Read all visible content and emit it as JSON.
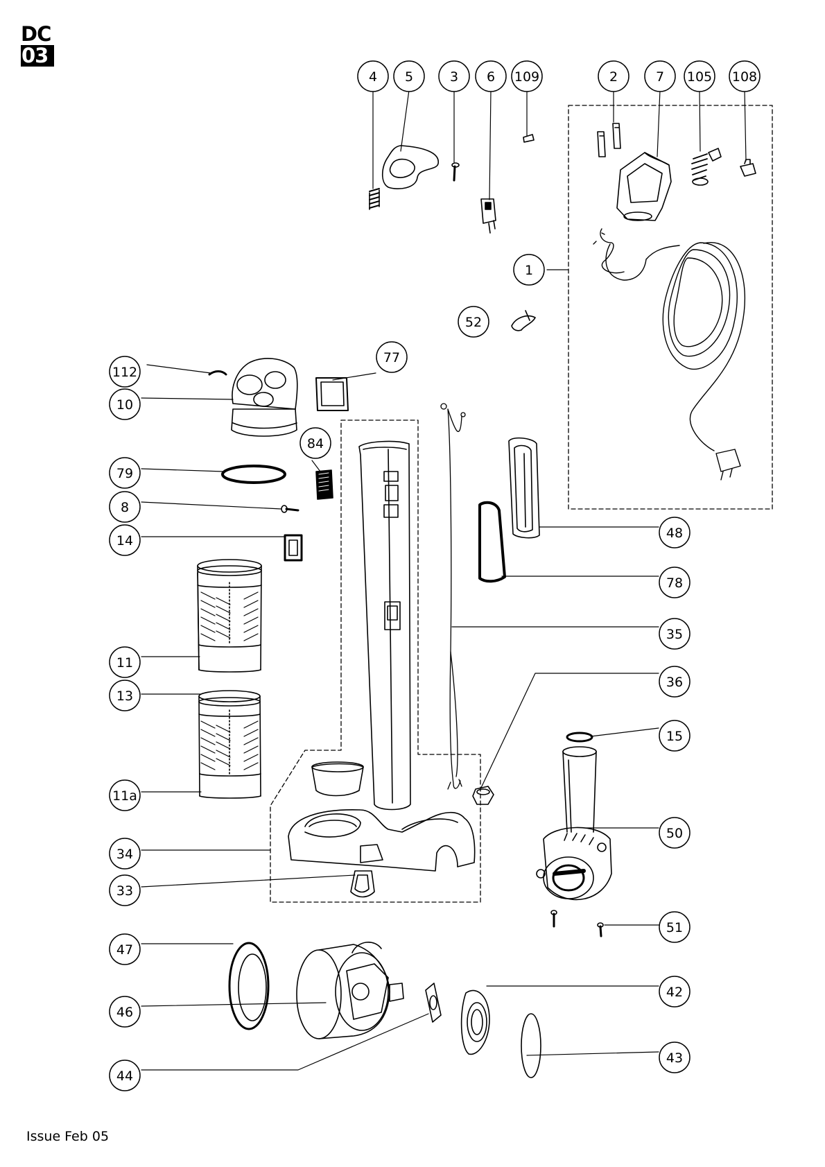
{
  "logo": {
    "line1": "DC",
    "line2": "03"
  },
  "footer": {
    "issue": "Issue  Feb 05"
  },
  "callouts": [
    {
      "id": "c4",
      "label": "4"
    },
    {
      "id": "c5",
      "label": "5"
    },
    {
      "id": "c3",
      "label": "3"
    },
    {
      "id": "c6",
      "label": "6"
    },
    {
      "id": "c109",
      "label": "109"
    },
    {
      "id": "c2",
      "label": "2"
    },
    {
      "id": "c7",
      "label": "7"
    },
    {
      "id": "c105",
      "label": "105"
    },
    {
      "id": "c108",
      "label": "108"
    },
    {
      "id": "c1",
      "label": "1"
    },
    {
      "id": "c52",
      "label": "52"
    },
    {
      "id": "c112",
      "label": "112"
    },
    {
      "id": "c10",
      "label": "10"
    },
    {
      "id": "c77",
      "label": "77"
    },
    {
      "id": "c84",
      "label": "84"
    },
    {
      "id": "c79",
      "label": "79"
    },
    {
      "id": "c8",
      "label": "8"
    },
    {
      "id": "c14",
      "label": "14"
    },
    {
      "id": "c48",
      "label": "48"
    },
    {
      "id": "c78",
      "label": "78"
    },
    {
      "id": "c35",
      "label": "35"
    },
    {
      "id": "c36",
      "label": "36"
    },
    {
      "id": "c11",
      "label": "11"
    },
    {
      "id": "c13",
      "label": "13"
    },
    {
      "id": "c15",
      "label": "15"
    },
    {
      "id": "c11a",
      "label": "11a"
    },
    {
      "id": "c50",
      "label": "50"
    },
    {
      "id": "c34",
      "label": "34"
    },
    {
      "id": "c33",
      "label": "33"
    },
    {
      "id": "c51",
      "label": "51"
    },
    {
      "id": "c47",
      "label": "47"
    },
    {
      "id": "c42",
      "label": "42"
    },
    {
      "id": "c46",
      "label": "46"
    },
    {
      "id": "c43",
      "label": "43"
    },
    {
      "id": "c44",
      "label": "44"
    }
  ]
}
